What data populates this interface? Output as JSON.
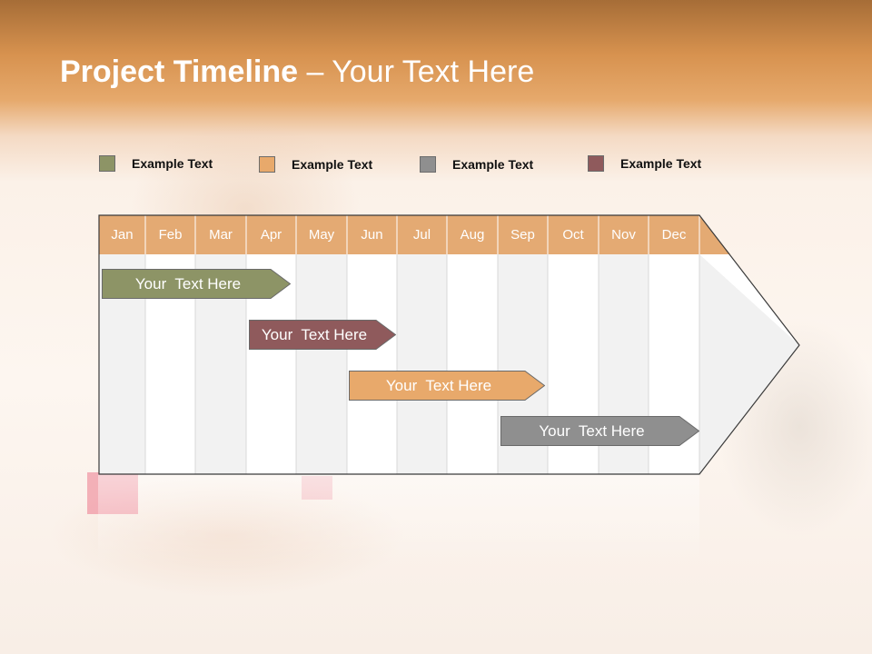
{
  "slide": {
    "title_bold": "Project Timeline",
    "title_rest": " – Your Text Here"
  },
  "legend": [
    {
      "label": "Example Text",
      "color": "#8d9466"
    },
    {
      "label": "Example Text",
      "color": "#e8a96b"
    },
    {
      "label": "Example Text",
      "color": "#8f8f8f"
    },
    {
      "label": "Example Text",
      "color": "#8f5a5c"
    }
  ],
  "timeline": {
    "months": [
      "Jan",
      "Feb",
      "Mar",
      "Apr",
      "May",
      "Jun",
      "Jul",
      "Aug",
      "Sep",
      "Oct",
      "Nov",
      "Dec"
    ],
    "header_color": "#e4aa73",
    "tasks": [
      {
        "label": "Your  Text Here",
        "color": "#8d9466",
        "start": "Jan",
        "end": "Apr"
      },
      {
        "label": "Your  Text Here",
        "color": "#8f5a5c",
        "start": "Apr",
        "end": "Jun"
      },
      {
        "label": "Your  Text Here",
        "color": "#e8a96b",
        "start": "Jun",
        "end": "Sep"
      },
      {
        "label": "Your  Text Here",
        "color": "#8f8f8f",
        "start": "Sep",
        "end": "Dec"
      }
    ]
  }
}
